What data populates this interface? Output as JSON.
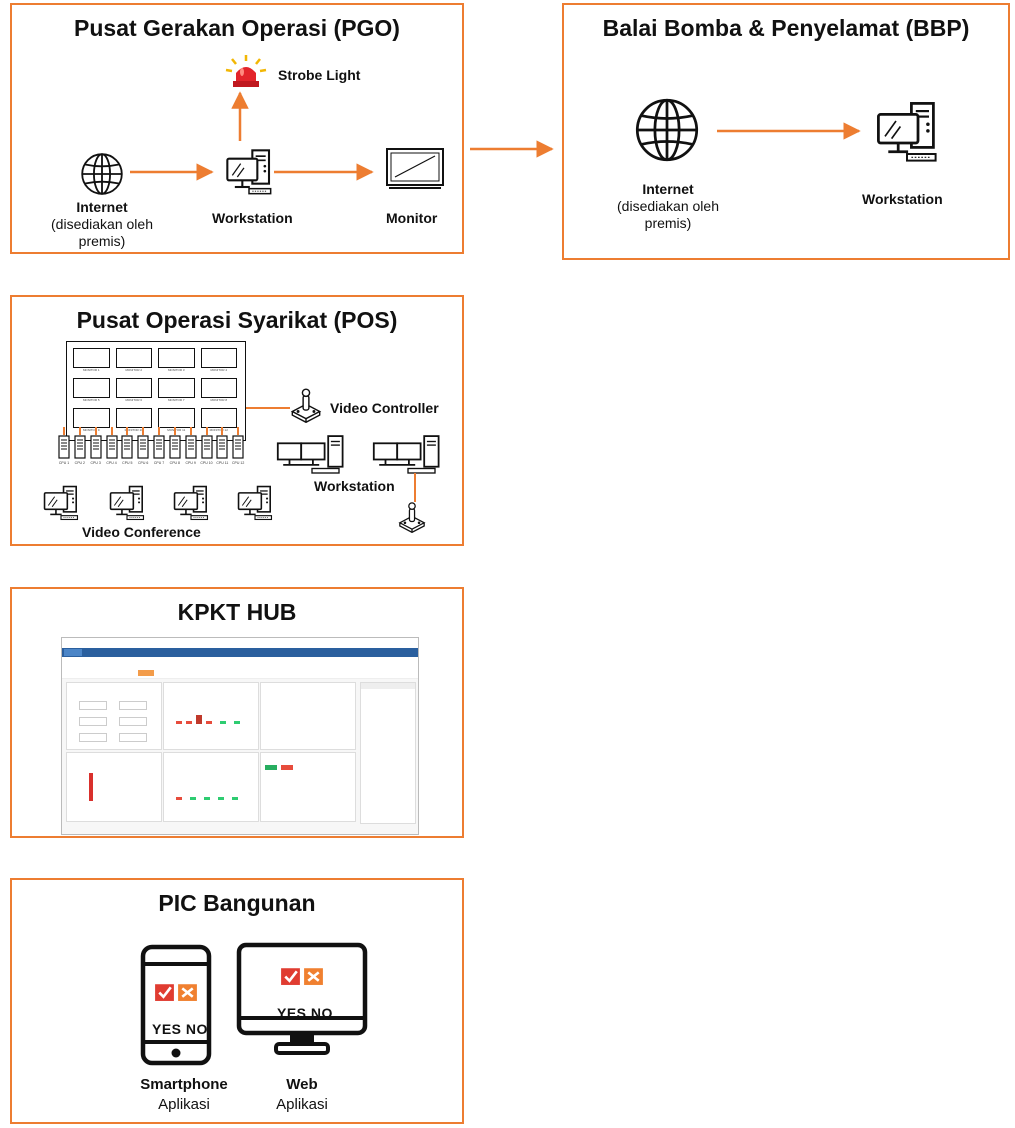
{
  "pgo": {
    "title": "Pusat Gerakan Operasi (PGO)",
    "strobe_label": "Strobe Light",
    "internet_label": "Internet",
    "internet_note": "(disediakan oleh premis)",
    "workstation_label": "Workstation",
    "monitor_label": "Monitor"
  },
  "bbp": {
    "title": "Balai Bomba & Penyelamat (BBP)",
    "internet_label": "Internet",
    "internet_note": "(disediakan oleh premis)",
    "workstation_label": "Workstation"
  },
  "pos": {
    "title": "Pusat Operasi Syarikat (POS)",
    "monitors": [
      "MONITOR 1",
      "MONITOR 2",
      "MONITOR 3",
      "MONITOR 4",
      "MONITOR 5",
      "MONITOR 6",
      "MONITOR 7",
      "MONITOR 8",
      "MONITOR 9",
      "MONITOR 10",
      "MONITOR 11",
      "MONITOR 12"
    ],
    "cpus": [
      "CPU 1",
      "CPU 2",
      "CPU 3",
      "CPU 4",
      "CPU 5",
      "CPU 6",
      "CPU 7",
      "CPU 8",
      "CPU 9",
      "CPU 10",
      "CPU 11",
      "CPU 12"
    ],
    "video_controller_label": "Video Controller",
    "workstation_label": "Workstation",
    "video_conference_label": "Video Conference"
  },
  "kpkt": {
    "title": "KPKT HUB"
  },
  "pic": {
    "title": "PIC Bangunan",
    "smartphone_label": "Smartphone",
    "smartphone_sub": "Aplikasi",
    "web_label": "Web",
    "web_sub": "Aplikasi",
    "yes_text": "YES",
    "no_text": "NO"
  },
  "colors": {
    "accent": "#ed7d31",
    "check_red": "#e03c31",
    "cross_orange": "#f08030"
  }
}
